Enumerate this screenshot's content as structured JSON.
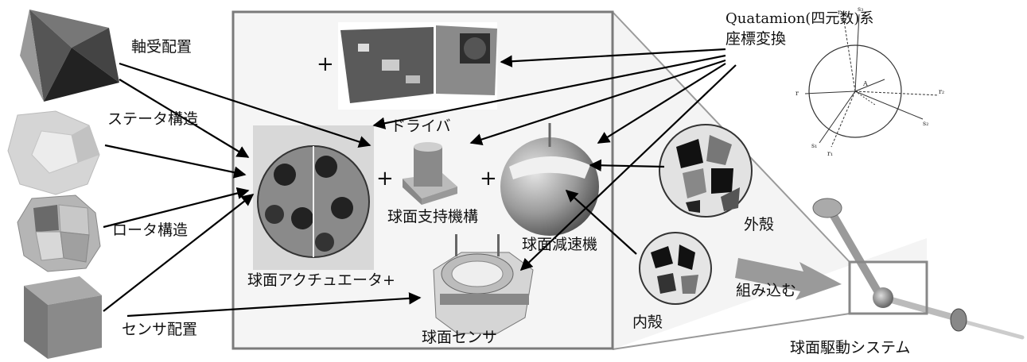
{
  "labels": {
    "bearing_layout": "軸受配置",
    "stator_structure": "ステータ構造",
    "rotor_structure": "ロータ構造",
    "sensor_layout": "センサ配置",
    "driver": "ドライバ",
    "spherical_support": "球面支持機構",
    "spherical_reducer": "球面減速機",
    "spherical_actuator": "球面アクチュエータ+",
    "spherical_sensor": "球面センサ",
    "quaternion_line1": "Quatamion(四元数)系",
    "quaternion_line2": "座標変換",
    "outer_shell": "外殻",
    "inner_shell": "内殻",
    "assemble": "組み込む",
    "spherical_drive_system": "球面駆動システム"
  },
  "plus_sign": "+",
  "colors": {
    "frame": "#7a7a7a",
    "panel": "#f5f5f5",
    "arrow": "#000000",
    "big_arrow": "#9a9a9a"
  }
}
